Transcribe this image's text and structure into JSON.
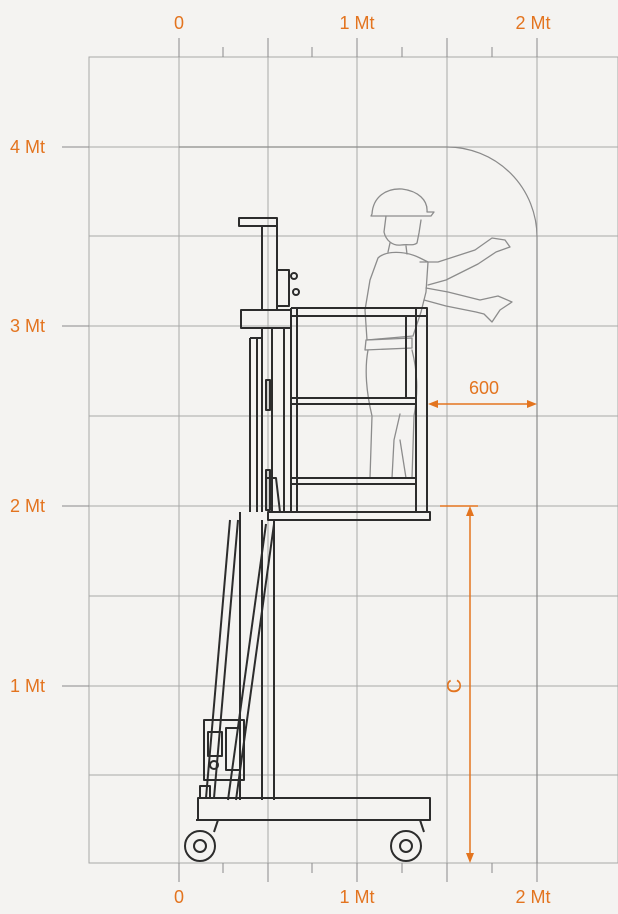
{
  "colors": {
    "background": "#f4f3f1",
    "grid": "#a8a8a8",
    "accent": "#e3741f",
    "machine": "#2c2c2c",
    "operator": "#8c8c8c"
  },
  "axis_top": {
    "ticks": [
      "0",
      "1 Mt",
      "2 Mt"
    ]
  },
  "axis_bottom": {
    "ticks": [
      "0",
      "1 Mt",
      "2 Mt"
    ]
  },
  "axis_left": {
    "ticks": [
      "4 Mt",
      "3 Mt",
      "2 Mt",
      "1 Mt"
    ]
  },
  "dimensions": {
    "reach": {
      "label": "600"
    },
    "platform_height": {
      "label": "C"
    }
  }
}
